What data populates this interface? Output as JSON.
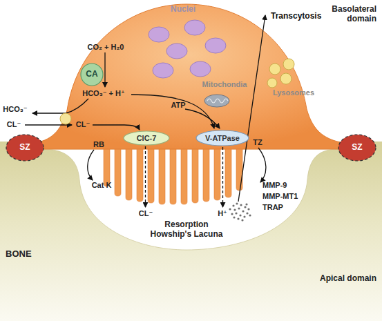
{
  "diagram": {
    "nodes": [
      {
        "text": [
          "CA"
        ]
      },
      {
        "text": [
          "SZ"
        ]
      },
      {
        "text": [
          "ClC-7"
        ]
      },
      {
        "text": [
          "V-ATPase"
        ]
      },
      {
        "text": [
          "SZ"
        ]
      }
    ],
    "labels": [
      "Basolateral domain",
      "Nuclei",
      "Transcytosis",
      "CO₂ + H₂0",
      "Mitochondia",
      "Lysosomes",
      "HCO₃⁻ + H⁺",
      "ATP",
      "HCO₃⁻",
      "CL⁻",
      "CL⁻",
      "RB",
      "TZ",
      "Cat K",
      "MMP-9",
      "MMP-MT1",
      "TRAP",
      "CL⁻",
      "H⁺",
      "Resorption Howship's Lacuna",
      "BONE",
      "Apical domain"
    ]
  }
}
